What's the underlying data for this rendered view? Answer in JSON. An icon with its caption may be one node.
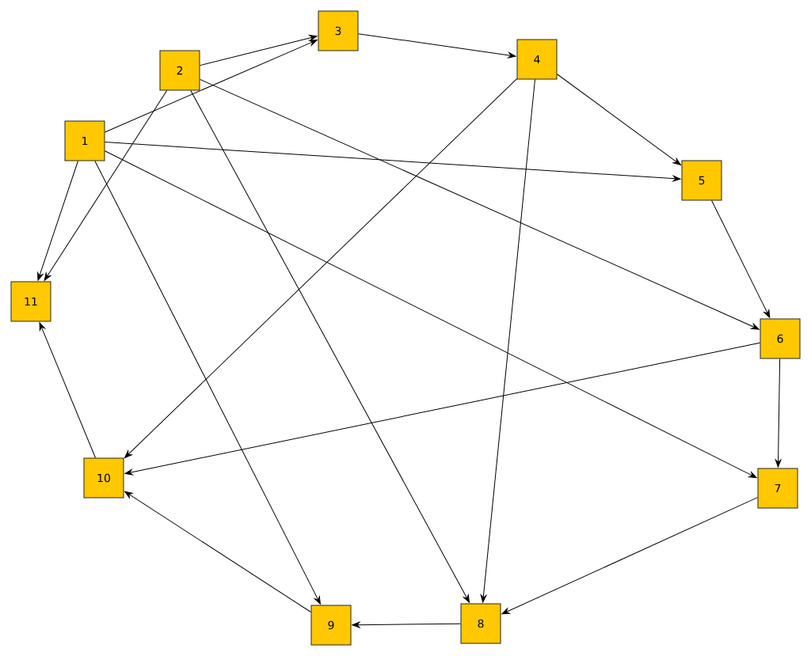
{
  "diagram": {
    "nodes": [
      {
        "text": [
          "1"
        ]
      },
      {
        "text": [
          "2"
        ]
      },
      {
        "text": [
          "3"
        ]
      },
      {
        "text": [
          "4"
        ]
      },
      {
        "text": [
          "5"
        ]
      },
      {
        "text": [
          "6"
        ]
      },
      {
        "text": [
          "7"
        ]
      },
      {
        "text": [
          "8"
        ]
      },
      {
        "text": [
          "9"
        ]
      },
      {
        "text": [
          "10"
        ]
      },
      {
        "text": [
          "11"
        ]
      }
    ],
    "edges": [
      {
        "from": 0,
        "to": 2,
        "arrow": "to"
      },
      {
        "from": 0,
        "to": 4,
        "arrow": "to"
      },
      {
        "from": 0,
        "to": 10,
        "arrow": "to"
      },
      {
        "from": 0,
        "to": 8,
        "arrow": "to"
      },
      {
        "from": 0,
        "to": 6,
        "arrow": "to"
      },
      {
        "from": 1,
        "to": 2,
        "arrow": "to"
      },
      {
        "from": 1,
        "to": 10,
        "arrow": "to"
      },
      {
        "from": 1,
        "to": 7,
        "arrow": "to"
      },
      {
        "from": 1,
        "to": 5,
        "arrow": "to"
      },
      {
        "from": 2,
        "to": 3,
        "arrow": "to"
      },
      {
        "from": 3,
        "to": 4,
        "arrow": "to"
      },
      {
        "from": 3,
        "to": 9,
        "arrow": "to"
      },
      {
        "from": 3,
        "to": 7,
        "arrow": "to"
      },
      {
        "from": 4,
        "to": 5,
        "arrow": "to"
      },
      {
        "from": 5,
        "to": 9,
        "arrow": "to"
      },
      {
        "from": 5,
        "to": 6,
        "arrow": "to"
      },
      {
        "from": 6,
        "to": 7,
        "arrow": "to"
      },
      {
        "from": 7,
        "to": 8,
        "arrow": "to"
      },
      {
        "from": 8,
        "to": 9,
        "arrow": "to"
      },
      {
        "from": 9,
        "to": 10,
        "arrow": "to"
      }
    ]
  }
}
